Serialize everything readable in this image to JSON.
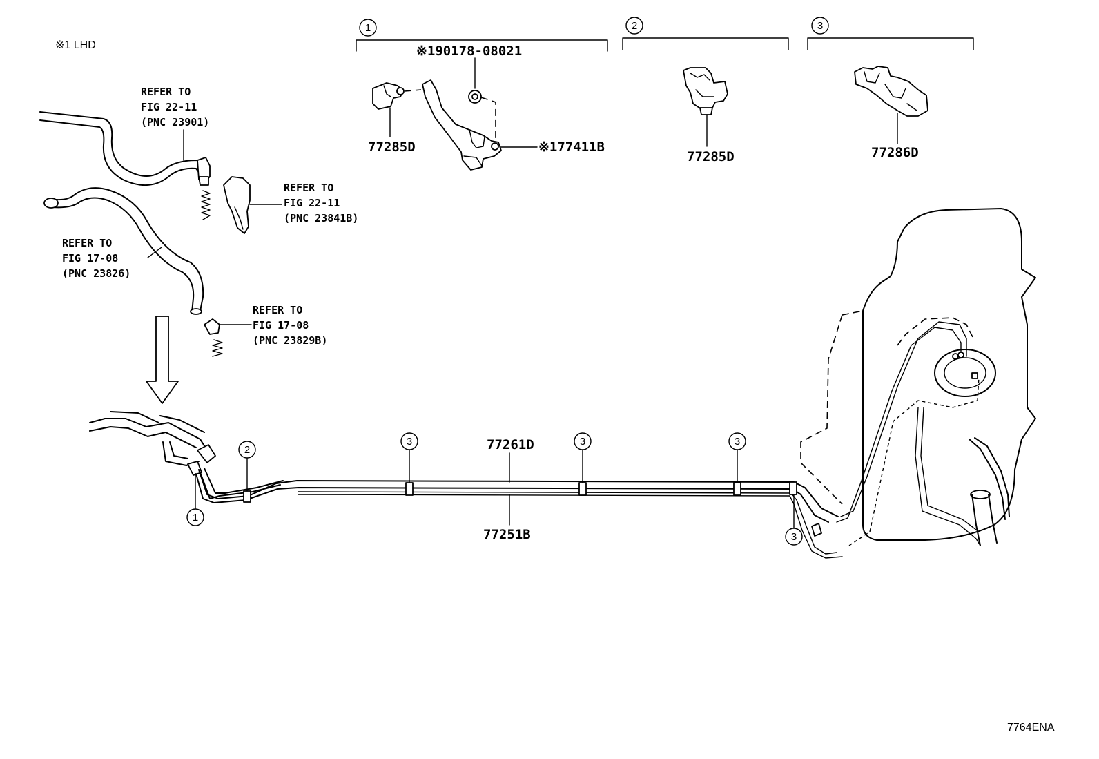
{
  "header_note": "※1 LHD",
  "figure_code": "7764ENA",
  "group_markers": [
    "1",
    "2",
    "3"
  ],
  "group1": {
    "bolt_part": "※190178-08021",
    "clamp_part": "77285D",
    "bracket_part": "※177411B"
  },
  "group2": {
    "clamp_part": "77285D"
  },
  "group3": {
    "clamp_part": "77286D"
  },
  "references": [
    {
      "line1": "REFER TO",
      "line2": "FIG 22-11",
      "line3": "(PNC 23901)"
    },
    {
      "line1": "REFER TO",
      "line2": "FIG 22-11",
      "line3": "(PNC 23841B)"
    },
    {
      "line1": "REFER TO",
      "line2": "FIG 17-08",
      "line3": "(PNC 23826)"
    },
    {
      "line1": "REFER TO",
      "line2": "FIG 17-08",
      "line3": "(PNC 23829B)"
    }
  ],
  "tubes": {
    "upper": "77261D",
    "lower": "77251B"
  },
  "callouts": {
    "c1": "1",
    "c2": "2",
    "c3a": "3",
    "c3b": "3",
    "c3c": "3",
    "c3d": "3"
  }
}
